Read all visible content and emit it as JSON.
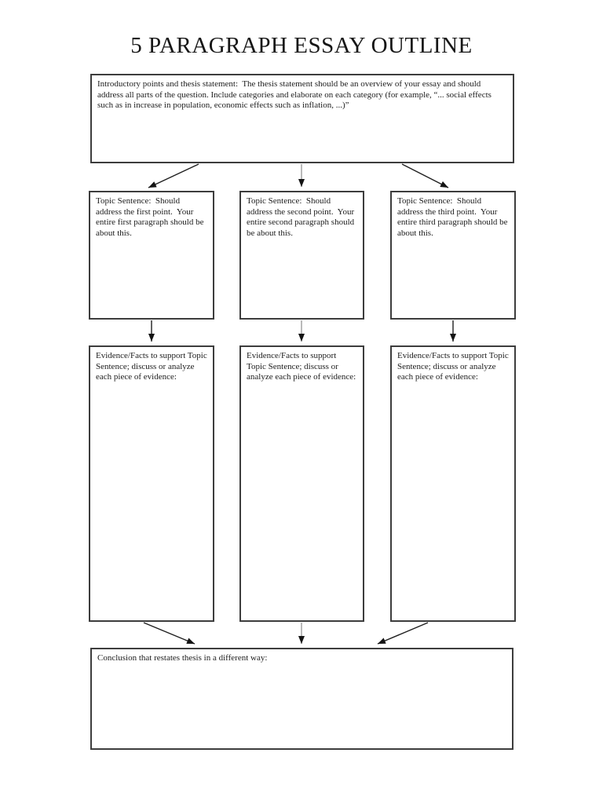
{
  "page": {
    "title": "5 PARAGRAPH ESSAY OUTLINE"
  },
  "flowchart": {
    "intro": {
      "text": "Introductory points and thesis statement:  The thesis statement should be an overview of your essay and should address all parts of the question. Include categories and elaborate on each category (for example, “... social effects such as in increase in population, economic effects such as inflation, ...)”"
    },
    "topics": [
      "Topic Sentence:  Should address the first point.  Your entire first paragraph should be about this.",
      "Topic Sentence:  Should address the second point.  Your entire second paragraph should be about this.",
      "Topic Sentence:  Should address the third point.  Your entire third paragraph should be about this."
    ],
    "evidence": [
      "Evidence/Facts to support Topic Sentence; discuss or analyze each piece of evidence:",
      "Evidence/Facts to support Topic Sentence; discuss or analyze each piece of evidence:",
      "Evidence/Facts to support Topic Sentence; discuss or analyze each piece of evidence:"
    ],
    "conclusion": {
      "text": "Conclusion that restates thesis in a different way:"
    },
    "colors": {
      "box_border": "#3d3d3d",
      "text": "#1c1c1c",
      "arrow": "#1f1f1f",
      "arrow_gray_shaft": "#b3b3b3"
    }
  }
}
